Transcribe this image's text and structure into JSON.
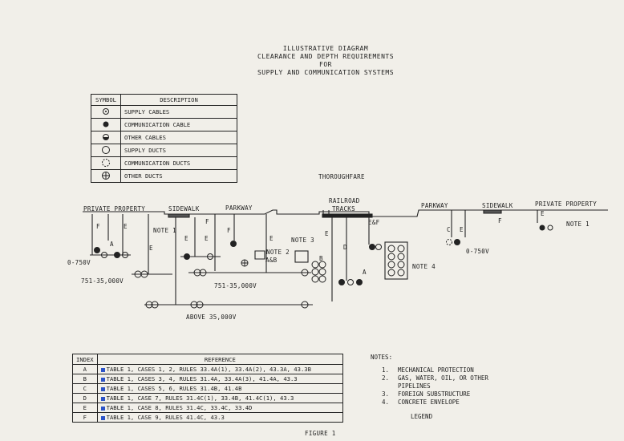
{
  "title": {
    "line1": "ILLUSTRATIVE DIAGRAM",
    "line2": "CLEARANCE AND DEPTH REQUIREMENTS",
    "line3": "FOR",
    "line4": "SUPPLY AND COMMUNICATION SYSTEMS"
  },
  "legend": {
    "header_symbol": "SYMBOL",
    "header_description": "DESCRIPTION",
    "rows": [
      {
        "icon": "supply-cable-icon",
        "label": "SUPPLY CABLES"
      },
      {
        "icon": "communication-cable-icon",
        "label": "COMMUNICATION CABLE"
      },
      {
        "icon": "other-cable-icon",
        "label": "OTHER CABLES"
      },
      {
        "icon": "supply-duct-icon",
        "label": "SUPPLY DUCTS"
      },
      {
        "icon": "communication-duct-icon",
        "label": "COMMUNICATION DUCTS"
      },
      {
        "icon": "other-duct-icon",
        "label": "OTHER DUCTS"
      }
    ]
  },
  "diagram": {
    "thoroughfare": "THOROUGHFARE",
    "railroad": "RAILROAD",
    "tracks": "TRACKS",
    "private_property_left": "PRIVATE PROPERTY",
    "sidewalk_left": "SIDEWALK",
    "parkway_left": "PARKWAY",
    "parkway_right": "PARKWAY",
    "sidewalk_right": "SIDEWALK",
    "private_property_right": "PRIVATE PROPERTY",
    "note_1_left": "NOTE 1",
    "note_1_right": "NOTE 1",
    "note_2": "NOTE 2",
    "note_3": "NOTE 3",
    "note_4": "NOTE 4",
    "ab": "A&B",
    "ef": "E&F",
    "volt_0_750_left": "0-750V",
    "volt_0_750_right": "0-750V",
    "volt_751_left": "751-35,000V",
    "volt_751_center": "751-35,000V",
    "volt_above": "ABOVE 35,000V",
    "letter_A": "A",
    "letter_B": "B",
    "letter_C": "C",
    "letter_D": "D",
    "letter_E": "E",
    "letter_F": "F"
  },
  "reference": {
    "header_index": "INDEX",
    "header_reference": "REFERENCE",
    "rows": [
      {
        "index": "A",
        "text": "TABLE 1, CASES 1, 2, RULES 33.4A(1), 33.4A(2), 43.3A, 43.3B"
      },
      {
        "index": "B",
        "text": "TABLE 1, CASES 3, 4, RULES 31.4A, 33.4A(3), 41.4A, 43.3"
      },
      {
        "index": "C",
        "text": "TABLE 1, CASES 5, 6, RULES 31.4B, 41.4B"
      },
      {
        "index": "D",
        "text": "TABLE 1, CASE 7, RULES 31.4C(1), 33.4B, 41.4C(1), 43.3"
      },
      {
        "index": "E",
        "text": "TABLE 1, CASE 8, RULES 31.4C, 33.4C, 33.4D"
      },
      {
        "index": "F",
        "text": "TABLE 1, CASE 9, RULES 41.4C, 43.3"
      }
    ]
  },
  "notes": {
    "heading": "NOTES:",
    "items": [
      {
        "num": "1.",
        "text": "MECHANICAL PROTECTION"
      },
      {
        "num": "2.",
        "text": "GAS, WATER, OIL, OR OTHER"
      },
      {
        "num": "",
        "text": "PIPELINES"
      },
      {
        "num": "3.",
        "text": "FOREIGN SUBSTRUCTURE"
      },
      {
        "num": "4.",
        "text": "CONCRETE ENVELOPE"
      }
    ],
    "legend_label": "LEGEND"
  },
  "figure": "FIGURE 1"
}
